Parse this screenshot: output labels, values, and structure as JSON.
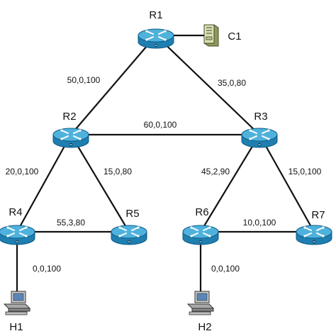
{
  "colors": {
    "link": "#111111",
    "router_top": "#4fb2dc",
    "router_side": "#1f7fb0",
    "router_edge": "#0d5c87",
    "router_arrows": "#ffffff",
    "background": "#ffffff"
  },
  "routers": [
    {
      "id": "R1",
      "label": "R1",
      "icon": "router-icon"
    },
    {
      "id": "R2",
      "label": "R2",
      "icon": "router-icon"
    },
    {
      "id": "R3",
      "label": "R3",
      "icon": "router-icon"
    },
    {
      "id": "R4",
      "label": "R4",
      "icon": "router-icon"
    },
    {
      "id": "R5",
      "label": "R5",
      "icon": "router-icon"
    },
    {
      "id": "R6",
      "label": "R6",
      "icon": "router-icon"
    },
    {
      "id": "R7",
      "label": "R7",
      "icon": "router-icon"
    }
  ],
  "endpoints": [
    {
      "id": "C1",
      "label": "C1",
      "icon": "server-icon"
    },
    {
      "id": "H1",
      "label": "H1",
      "icon": "workstation-icon"
    },
    {
      "id": "H2",
      "label": "H2",
      "icon": "workstation-icon"
    }
  ],
  "links": [
    {
      "from": "R1",
      "to": "R2",
      "label": "50,0,100"
    },
    {
      "from": "R1",
      "to": "R3",
      "label": "35,0,80"
    },
    {
      "from": "R1",
      "to": "C1",
      "label": ""
    },
    {
      "from": "R2",
      "to": "R3",
      "label": "60,0,100"
    },
    {
      "from": "R2",
      "to": "R4",
      "label": "20,0,100"
    },
    {
      "from": "R2",
      "to": "R5",
      "label": "15,0,80"
    },
    {
      "from": "R4",
      "to": "R5",
      "label": "55,3,80"
    },
    {
      "from": "R3",
      "to": "R6",
      "label": "45,2,90"
    },
    {
      "from": "R3",
      "to": "R7",
      "label": "15,0,100"
    },
    {
      "from": "R6",
      "to": "R7",
      "label": "10,0,100"
    },
    {
      "from": "R4",
      "to": "H1",
      "label": "0,0,100"
    },
    {
      "from": "R6",
      "to": "H2",
      "label": "0,0,100"
    }
  ]
}
